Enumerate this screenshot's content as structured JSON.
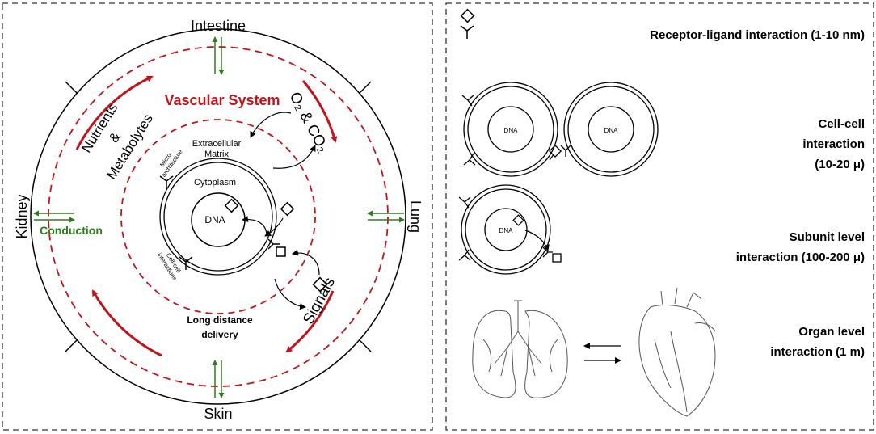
{
  "left_panel": {
    "organs": {
      "top": "Intestine",
      "bottom": "Skin",
      "left": "Kidney",
      "right": "Lung"
    },
    "vascular_system": "Vascular System",
    "gases": "O₂ & CO₂",
    "nutrients": [
      "Nutrients",
      "&",
      "Metabolytes"
    ],
    "conduction": "Conduction",
    "extracellular_matrix": [
      "Extracellular",
      "Matrix"
    ],
    "micro_architecture": [
      "Micro-",
      "architecture"
    ],
    "cytoplasm": "Cytoplasm",
    "dna": "DNA",
    "cell_cell_interactions": [
      "Cell-cell",
      "interactions"
    ],
    "signals": "Signals",
    "long_distance": [
      "Long distance",
      "delivery"
    ],
    "colors": {
      "red": "#c0141a",
      "green": "#2e7d1a"
    }
  },
  "right_panel": {
    "receptor_ligand": "Receptor-ligand interaction (1-10 nm)",
    "cell_cell": [
      "Cell-cell",
      "interaction",
      "(10-20 μ)"
    ],
    "subunit": [
      "Subunit level",
      "interaction (100-200 μ)"
    ],
    "organ": [
      "Organ level",
      "interaction (1 m)"
    ],
    "dna": "DNA"
  }
}
